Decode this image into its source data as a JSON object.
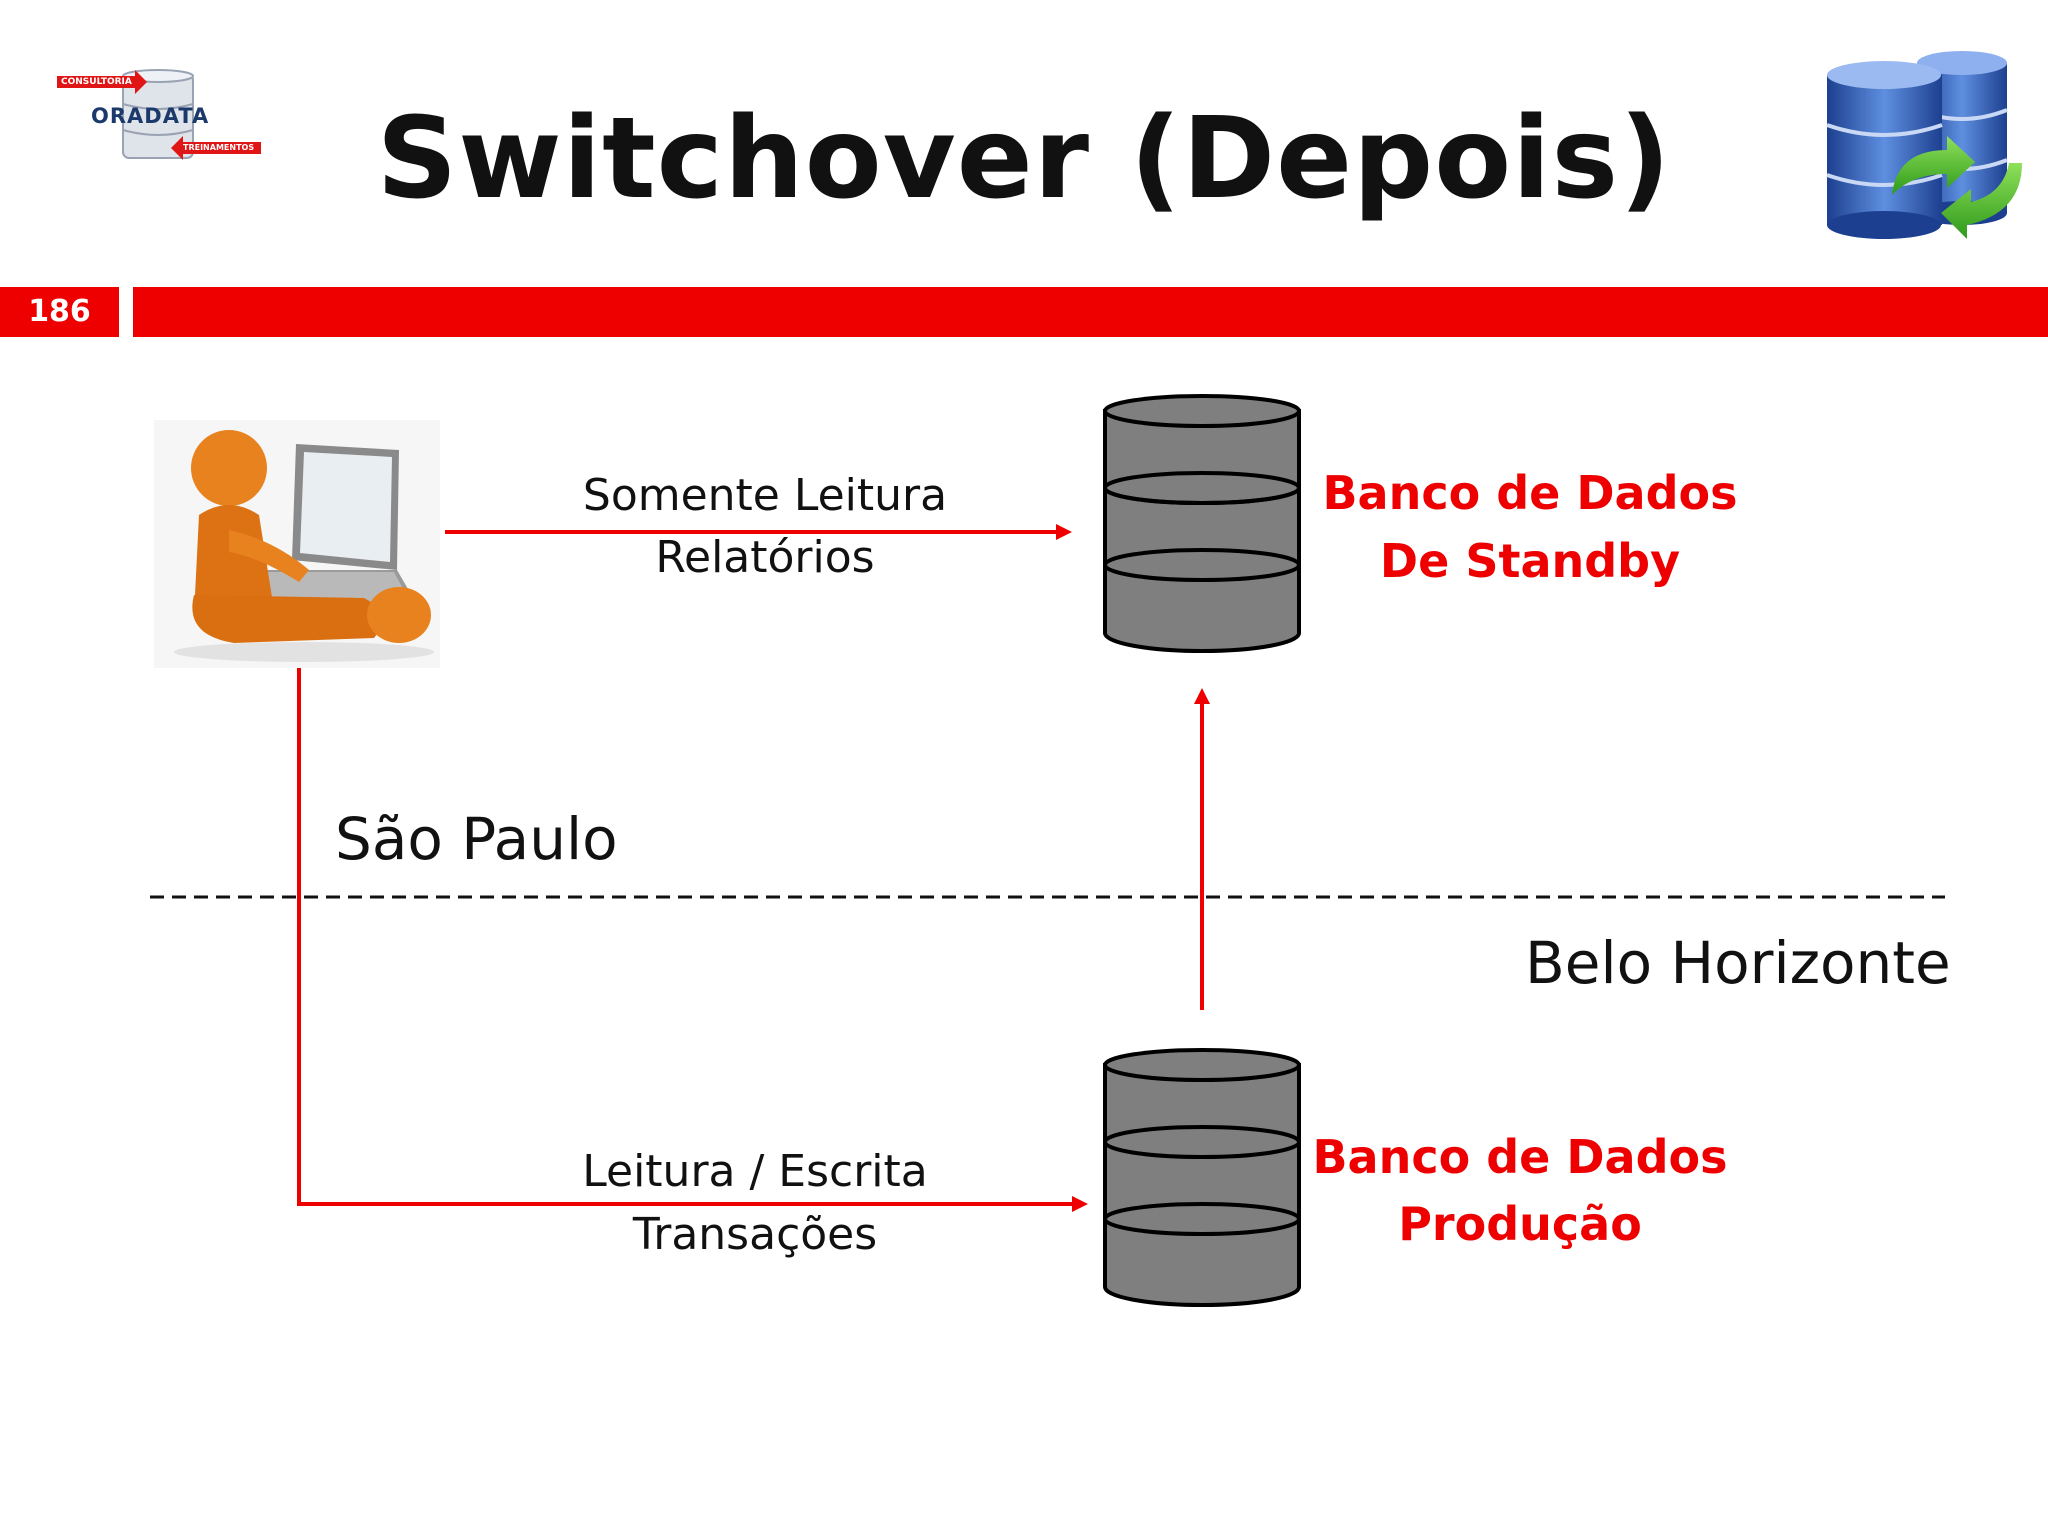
{
  "slide": {
    "title": "Switchover (Depois)",
    "number": "186"
  },
  "logo": {
    "top_tag": "CONSULTORIA",
    "name": "ORADATA",
    "bottom_tag": "TREINAMENTOS"
  },
  "diagram": {
    "top_link": {
      "line1": "Somente Leitura",
      "line2": "Relatórios"
    },
    "bottom_link": {
      "line1": "Leitura / Escrita",
      "line2": "Transações"
    },
    "standby_db": {
      "line1": "Banco de Dados",
      "line2": "De Standby"
    },
    "production_db": {
      "line1": "Banco de Dados",
      "line2": "Produção"
    },
    "site_top": "São Paulo",
    "site_bottom": "Belo Horizonte"
  },
  "colors": {
    "accent_red": "#ee0000",
    "db_gray": "#7f7f7f",
    "user_orange": "#e8821e"
  },
  "icons": [
    "logo-database-icon",
    "database-sync-icon",
    "user-laptop-icon",
    "standby-database-icon",
    "production-database-icon"
  ]
}
